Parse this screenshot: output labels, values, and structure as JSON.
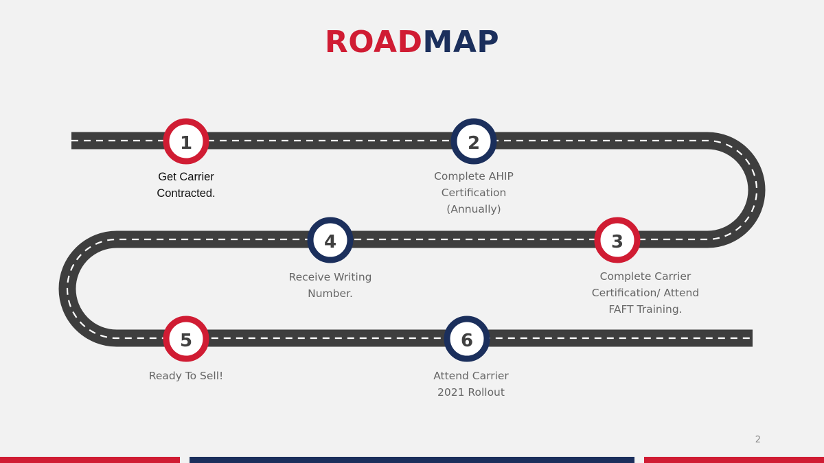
{
  "slide": {
    "title_part1": "ROAD",
    "title_part2": "MAP",
    "page_number": "2"
  },
  "colors": {
    "red": "#d01c33",
    "navy": "#1b2f5c",
    "road": "#3e3e3e",
    "background": "#f2f2f2"
  },
  "milestones": [
    {
      "number": "1",
      "color": "red",
      "lines": [
        "Get Carrier",
        "Contracted."
      ]
    },
    {
      "number": "2",
      "color": "navy",
      "lines": [
        "Complete AHIP",
        "Certification",
        "(Annually)"
      ]
    },
    {
      "number": "3",
      "color": "red",
      "lines": [
        "Complete Carrier",
        "Certification/ Attend",
        "FAFT Training."
      ]
    },
    {
      "number": "4",
      "color": "navy",
      "lines": [
        "Receive Writing",
        "Number."
      ]
    },
    {
      "number": "5",
      "color": "red",
      "lines": [
        "Ready To Sell!"
      ]
    },
    {
      "number": "6",
      "color": "navy",
      "lines": [
        "Attend Carrier",
        "2021 Rollout"
      ]
    }
  ]
}
